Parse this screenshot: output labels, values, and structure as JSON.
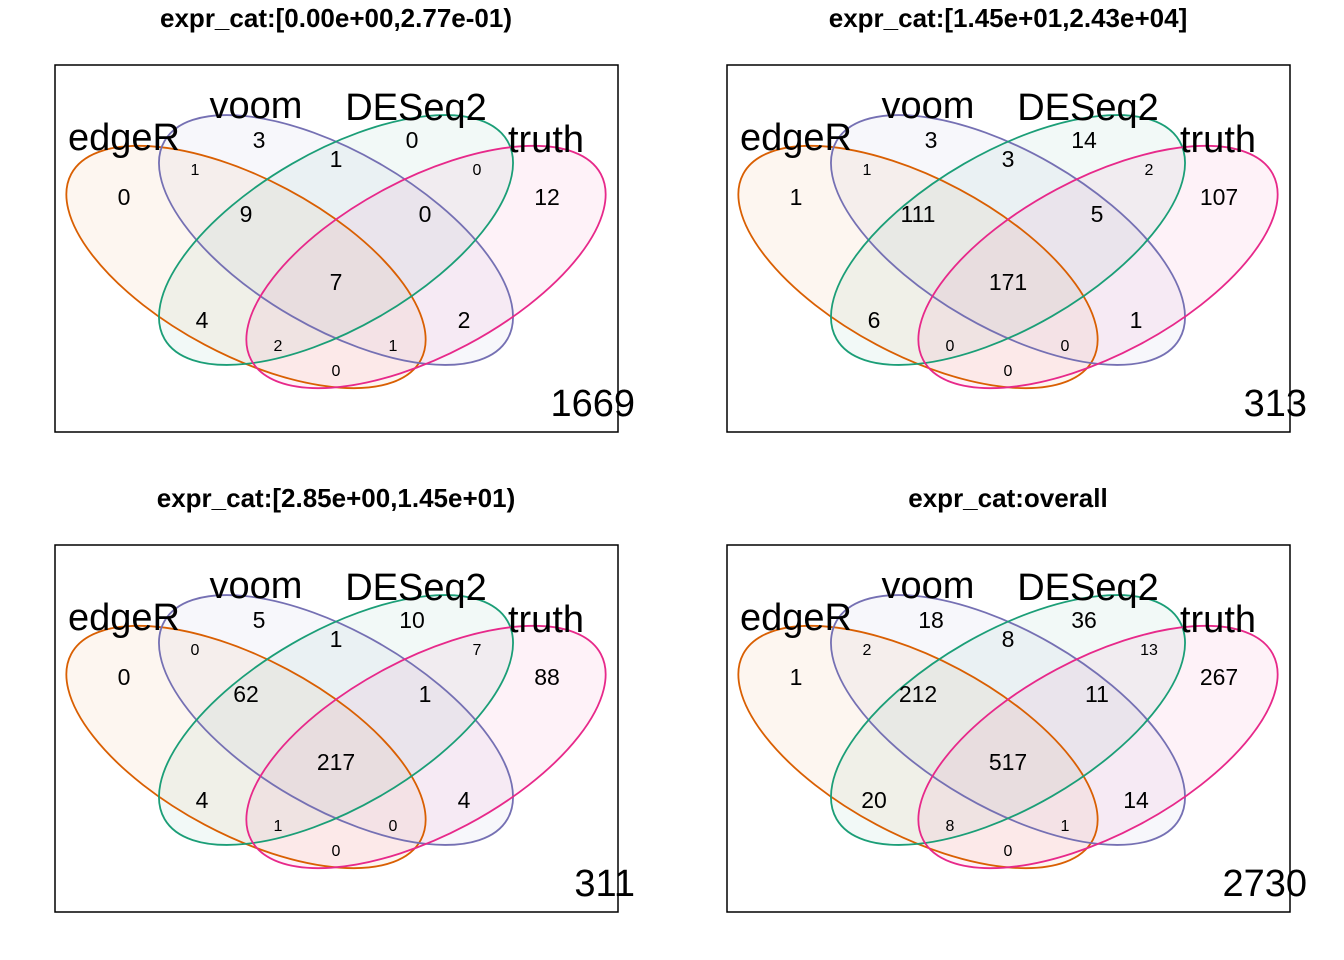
{
  "chart_data": [
    {
      "type": "venn",
      "title": "expr_cat:[0.00e+00,2.77e-01)",
      "sets": [
        "edgeR",
        "voom",
        "DESeq2",
        "truth"
      ],
      "regions": {
        "edgeR_only": 0,
        "voom_only": 3,
        "DESeq2_only": 0,
        "truth_only": 12,
        "edgeR_voom": 1,
        "voom_DESeq2": 1,
        "DESeq2_truth": 0,
        "edgeR_voom_DESeq2": 9,
        "voom_DESeq2_truth": 0,
        "edgeR_voom_DESeq2_truth": 7,
        "edgeR_DESeq2": 4,
        "voom_truth": 2,
        "edgeR_DESeq2_truth": 2,
        "edgeR_voom_truth": 1,
        "edgeR_truth": 0
      },
      "outside": 1669
    },
    {
      "type": "venn",
      "title": "expr_cat:[1.45e+01,2.43e+04]",
      "sets": [
        "edgeR",
        "voom",
        "DESeq2",
        "truth"
      ],
      "regions": {
        "edgeR_only": 1,
        "voom_only": 3,
        "DESeq2_only": 14,
        "truth_only": 107,
        "edgeR_voom": 1,
        "voom_DESeq2": 3,
        "DESeq2_truth": 2,
        "edgeR_voom_DESeq2": 111,
        "voom_DESeq2_truth": 5,
        "edgeR_voom_DESeq2_truth": 171,
        "edgeR_DESeq2": 6,
        "voom_truth": 1,
        "edgeR_DESeq2_truth": 0,
        "edgeR_voom_truth": 0,
        "edgeR_truth": 0
      },
      "outside": 313
    },
    {
      "type": "venn",
      "title": "expr_cat:[2.85e+00,1.45e+01)",
      "sets": [
        "edgeR",
        "voom",
        "DESeq2",
        "truth"
      ],
      "regions": {
        "edgeR_only": 0,
        "voom_only": 5,
        "DESeq2_only": 10,
        "truth_only": 88,
        "edgeR_voom": 0,
        "voom_DESeq2": 1,
        "DESeq2_truth": 7,
        "edgeR_voom_DESeq2": 62,
        "voom_DESeq2_truth": 1,
        "edgeR_voom_DESeq2_truth": 217,
        "edgeR_DESeq2": 4,
        "voom_truth": 4,
        "edgeR_DESeq2_truth": 1,
        "edgeR_voom_truth": 0,
        "edgeR_truth": 0
      },
      "outside": 311
    },
    {
      "type": "venn",
      "title": "expr_cat:overall",
      "sets": [
        "edgeR",
        "voom",
        "DESeq2",
        "truth"
      ],
      "regions": {
        "edgeR_only": 1,
        "voom_only": 18,
        "DESeq2_only": 36,
        "truth_only": 267,
        "edgeR_voom": 2,
        "voom_DESeq2": 8,
        "DESeq2_truth": 13,
        "edgeR_voom_DESeq2": 212,
        "voom_DESeq2_truth": 11,
        "edgeR_voom_DESeq2_truth": 517,
        "edgeR_DESeq2": 20,
        "voom_truth": 14,
        "edgeR_DESeq2_truth": 8,
        "edgeR_voom_truth": 1,
        "edgeR_truth": 0
      },
      "outside": 2730
    }
  ],
  "colors": {
    "edgeR": "#D95F02",
    "voom": "#7570B3",
    "DESeq2": "#1B9E77",
    "truth": "#E7298A"
  }
}
